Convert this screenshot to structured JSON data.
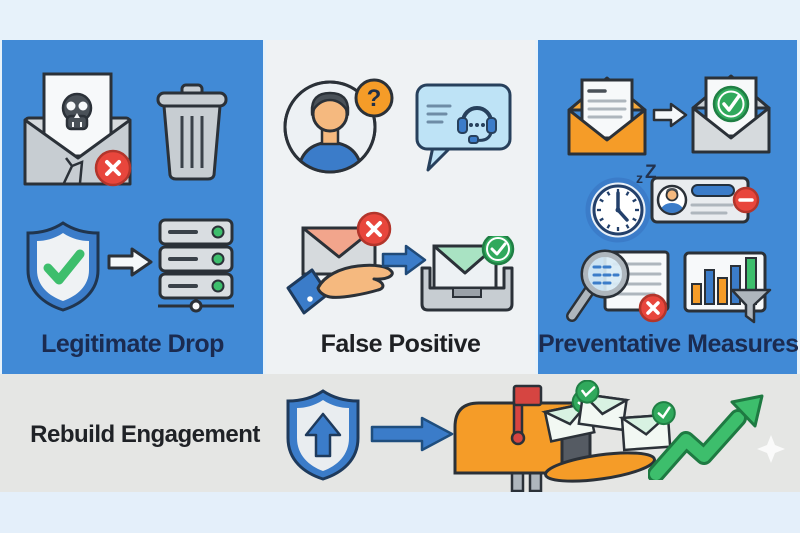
{
  "panels": [
    {
      "id": "legitimate-drop",
      "label": "Legitimate Drop"
    },
    {
      "id": "false-positive",
      "label": "False Positive"
    },
    {
      "id": "preventative-measures",
      "label": "Preventative Measures"
    }
  ],
  "bottom_banner": {
    "label": "Rebuild Engagement"
  },
  "glyphs": {
    "question_mark": "?",
    "snooze_z": "z",
    "snooze_Z": "Z"
  },
  "colors": {
    "panel_blue": "#418AD6",
    "panel_light": "#EFF2F4",
    "strip_top": "#E7F2FA",
    "strip_bottom_gray": "#E5E6E4",
    "strip_footer_blue": "#E4EFFA",
    "accent_orange": "#F59C28",
    "accent_red": "#E8463C",
    "accent_green": "#30A95C",
    "accent_blue": "#3B7CC9",
    "label_navy": "#1B2B50",
    "label_dark": "#1E2023"
  }
}
